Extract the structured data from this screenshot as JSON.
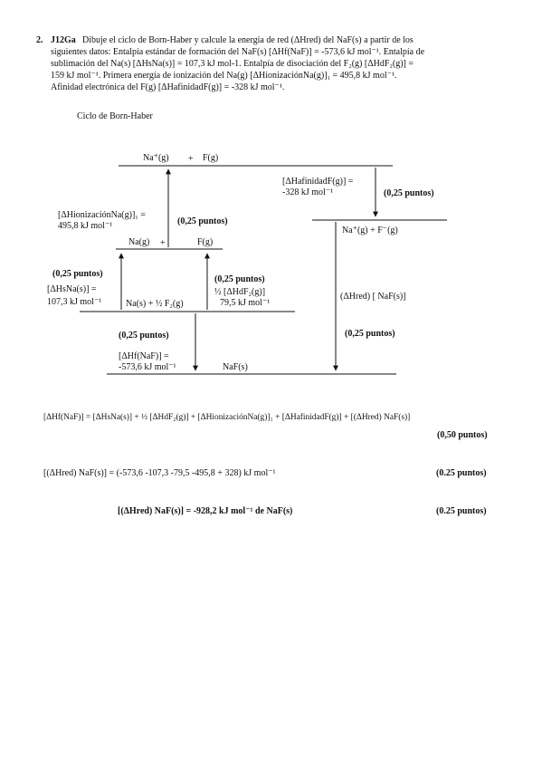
{
  "problem": {
    "number": "2.",
    "code": "J12Ga",
    "line1": "Dibuje el ciclo de Born-Haber y calcule la energía de red (ΔHred) del NaF(s) a partir de los",
    "line2": "siguientes datos: Entalpía estándar de formación del NaF(s) [ΔHf(NaF)] = -573,6 kJ mol⁻¹. Entalpía de",
    "line3": "sublimación del Na(s) [ΔHsNa(s)] = 107,3 kJ mol-1. Entalpía de disociación del F₂(g) [ΔHdF₂(g)] =",
    "line4": "159 kJ mol⁻¹. Primera energía de ionización del Na(g) [ΔHionizaciónNa(g)]₁ = 495,8 kJ mol⁻¹.",
    "line5": "Afinidad electrónica del F(g) [ΔHafinidadF(g)] = -328 kJ mol⁻¹."
  },
  "diagram": {
    "title": "Ciclo de Born-Haber",
    "top_na": "Na⁺(g)",
    "top_plus": "+",
    "top_f": "F(g)",
    "afin_label": "[ΔHafinidadF(g)] =",
    "afin_value": "-328 kJ mol⁻¹",
    "pts_afin": "(0,25 puntos)",
    "ion_label": "[ΔHionizaciónNa(g)]₁ =",
    "ion_value": "495,8 kJ mol⁻¹",
    "pts_ion": "(0,25 puntos)",
    "mid_na": "Na(g)",
    "mid_plus": "+",
    "mid_f": "F(g)",
    "right_ions": "Na⁺(g) + F⁻(g)",
    "pts_sub": "(0,25 puntos)",
    "sub_label": "[ΔHsNa(s)] =",
    "sub_value": "107,3 kJ mol⁻¹",
    "reactants": "Na(s) + ½ F₂(g)",
    "pts_dis": "(0,25 puntos)",
    "dis_label": "½ [ΔHdF₂(g)]",
    "dis_value": "79,5 kJ mol⁻¹",
    "red_label": "(ΔHred) [ NaF(s)]",
    "pts_form": "(0,25 puntos)",
    "form_label": "[ΔHf(NaF)] =",
    "form_value": "-573,6 kJ mol⁻¹",
    "pts_red": "(0,25 puntos)",
    "naf": "NaF(s)"
  },
  "solution": {
    "equation": "[ΔHf(NaF)] = [ΔHsNa(s)] + ½ [ΔHdF₂(g)] + [ΔHionizaciónNa(g)]₁ + [ΔHafinidadF(g)] + [(ΔHred) NaF(s)]",
    "pts_eq": "(0,50 puntos)",
    "calc": "[(ΔHred) NaF(s)] = (-573,6 -107,3 -79,5 -495,8 + 328) kJ mol⁻¹",
    "pts_calc": "(0.25 puntos)",
    "result": "[(ΔHred) NaF(s)] = -928,2 kJ mol⁻¹ de NaF(s)",
    "pts_result": "(0.25 puntos)"
  }
}
